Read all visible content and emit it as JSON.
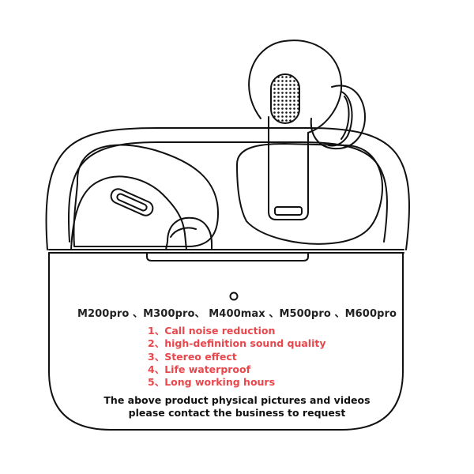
{
  "models": "M200pro 、M300pro、 M400max 、M500pro 、M600pro",
  "features": [
    "1、Call noise reduction",
    "2、high-definition sound quality",
    "3、Stereo effect",
    "4、Life waterproof",
    "5、Long working hours"
  ],
  "note_line1": "The above product physical pictures and videos",
  "note_line2": "please contact the business to request",
  "colors": {
    "feature_text": "#e8474c",
    "line_art": "#111111",
    "background": "#ffffff"
  }
}
